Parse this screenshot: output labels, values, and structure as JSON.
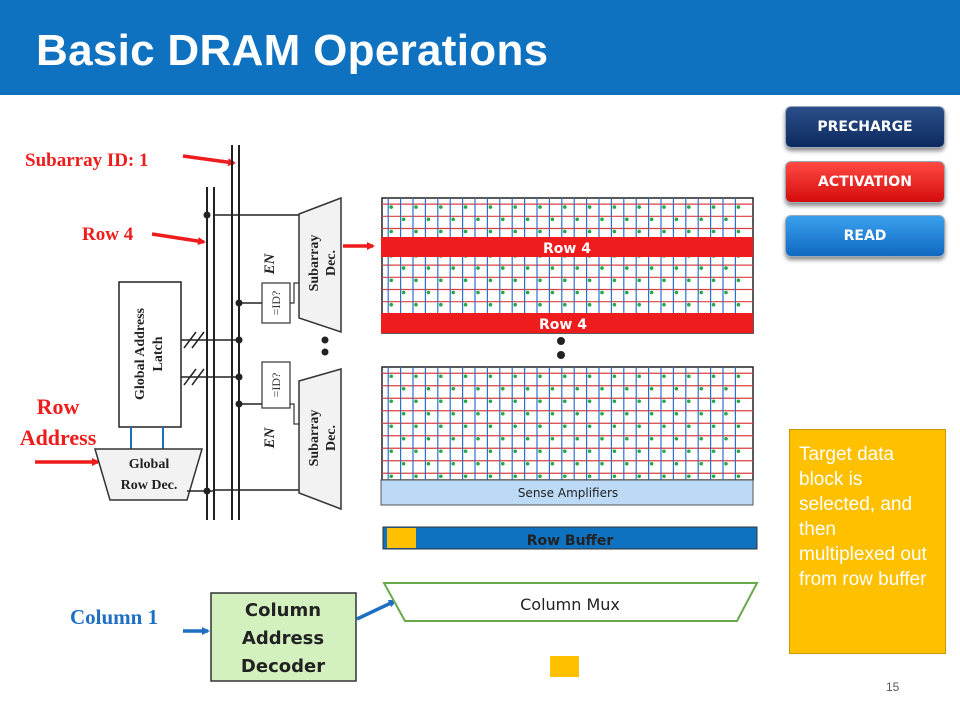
{
  "title": "Basic DRAM Operations",
  "buttons": {
    "precharge": "PRECHARGE",
    "activation": "ACTIVATION",
    "read": "READ"
  },
  "labels": {
    "subarray_id": "Subarray ID: 1",
    "row4_input": "Row 4",
    "row_address_line1": "Row",
    "row_address_line2": "Address",
    "column1": "Column 1",
    "global_address_latch_line1": "Global Address",
    "global_address_latch_line2": "Latch",
    "global_row_dec_line1": "Global",
    "global_row_dec_line2": "Row Dec.",
    "subarray_dec_line1": "Subarray",
    "subarray_dec_line2": "Dec.",
    "en": "EN",
    "id_check": "=ID?",
    "row4_active": "Row 4",
    "row4_buffered": "Row 4",
    "sense_amplifiers": "Sense Amplifiers",
    "row_buffer": "Row Buffer",
    "column_mux": "Column Mux",
    "column_address_decoder_line1": "Column",
    "column_address_decoder_line2": "Address",
    "column_address_decoder_line3": "Decoder"
  },
  "note": "Target data block is selected, and then multiplexed out from row buffer",
  "page_number": "15",
  "colors": {
    "accent": "#0f72c1",
    "red": "#ee1c1c",
    "highlight": "#ffc000",
    "decoder_fill": "#d3f0bf",
    "sense_amp_fill": "#bcd9f5"
  }
}
